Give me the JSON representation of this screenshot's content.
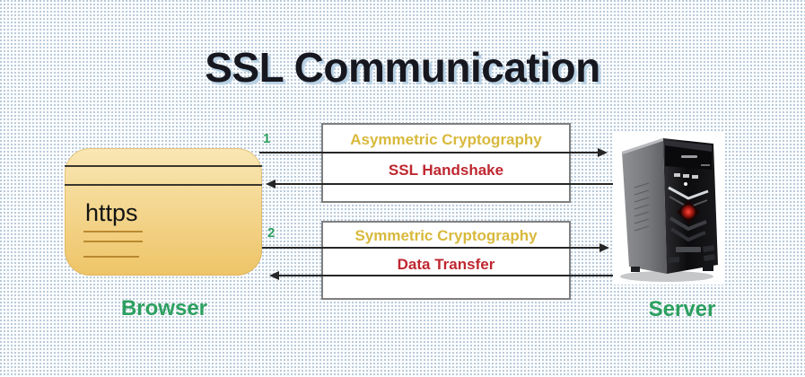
{
  "title": {
    "text": "SSL Communication"
  },
  "browser": {
    "label": "Browser",
    "url_text": "https"
  },
  "server": {
    "label": "Server"
  },
  "flows": [
    {
      "number": "1",
      "method": "Asymmetric Cryptography",
      "action": "SSL Handshake"
    },
    {
      "number": "2",
      "method": "Symmetric Cryptography",
      "action": "Data Transfer"
    }
  ],
  "colors": {
    "title": "#17171f",
    "title-shadow": "#b7d0e3",
    "green": "#2ca05f",
    "gold": "#d8b93c",
    "red": "#bf2730",
    "arrow": "#262626",
    "browser-top": "#f9e7b4",
    "browser-bottom": "#eec467"
  }
}
